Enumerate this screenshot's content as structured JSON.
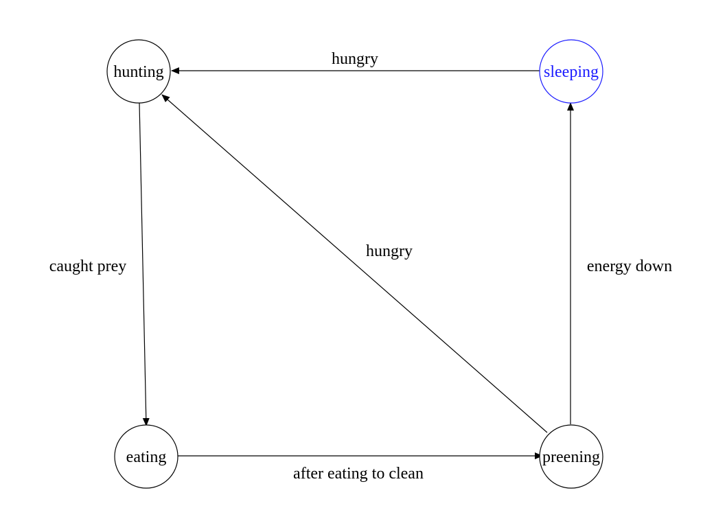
{
  "diagram": {
    "type": "state-machine",
    "active_state": "sleeping",
    "active_color": "#1a1aff",
    "states": {
      "hunting": "hunting",
      "sleeping": "sleeping",
      "eating": "eating",
      "preening": "preening"
    },
    "transitions": [
      {
        "from": "sleeping",
        "to": "hunting",
        "label": "hungry"
      },
      {
        "from": "hunting",
        "to": "eating",
        "label": "caught prey"
      },
      {
        "from": "eating",
        "to": "preening",
        "label": "after eating to clean"
      },
      {
        "from": "preening",
        "to": "hunting",
        "label": "hungry"
      },
      {
        "from": "preening",
        "to": "sleeping",
        "label": "energy down"
      }
    ]
  }
}
